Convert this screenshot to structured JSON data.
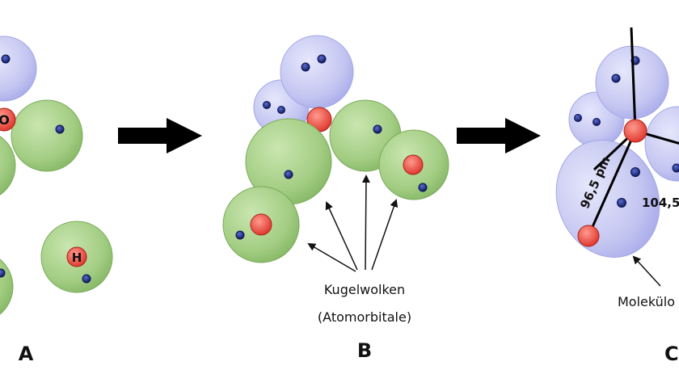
{
  "panels": {
    "a": {
      "label": "A"
    },
    "b": {
      "label": "B",
      "caption_line1": "Kugelwolken",
      "caption_line2": "(Atomorbitale)"
    },
    "c": {
      "label": "C",
      "bond_length": "96,5 pm",
      "angle_fragment": "104,5",
      "caption": "Molekülo"
    }
  },
  "atoms": {
    "hydrogen_symbol": "H",
    "oxygen_symbol_fragment": "O"
  },
  "colors": {
    "blue_orbital": "#c6c8f2",
    "green_orbital": "#a6cf86",
    "red_nucleus": "#e8493f",
    "electron": "#1c2a7a",
    "arrow": "#000000"
  }
}
